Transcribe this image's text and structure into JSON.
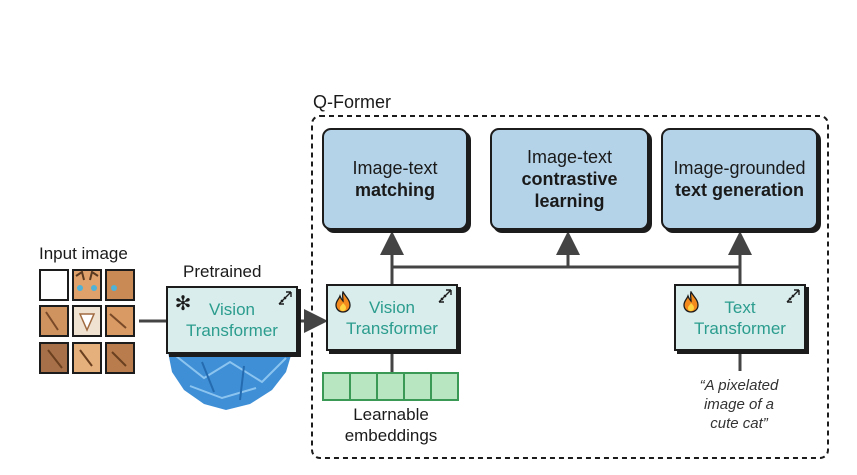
{
  "qformer_label": "Q-Former",
  "input_label": "Input image",
  "pretrained_label": "Pretrained",
  "objectives": [
    {
      "line1": "Image-text",
      "line2": "matching",
      "line3": ""
    },
    {
      "line1": "Image-text",
      "line2": "contrastive",
      "line3": "learning"
    },
    {
      "line1": "Image-grounded",
      "line2": "text generation",
      "line3": ""
    }
  ],
  "frozen_vit": {
    "line1": "Vision",
    "line2": "Transformer",
    "icon": "snowflake-icon"
  },
  "qformer_vit": {
    "line1": "Vision",
    "line2": "Transformer",
    "icon": "flame-icon"
  },
  "qformer_text": {
    "line1": "Text",
    "line2": "Transformer",
    "icon": "flame-icon"
  },
  "embeddings_label": {
    "line1": "Learnable",
    "line2": "embeddings"
  },
  "caption": {
    "line1": "“A pixelated",
    "line2": "image of a",
    "line3": "cute cat”"
  },
  "colors": {
    "objective_fill": "#b5d3e8",
    "model_fill": "#d9eeec",
    "model_text": "#2b9c8e",
    "embedding_fill": "#b8e6c0",
    "embedding_border": "#3a9a55",
    "ice": "#3f8fd6",
    "outline": "#1c1c1c"
  }
}
